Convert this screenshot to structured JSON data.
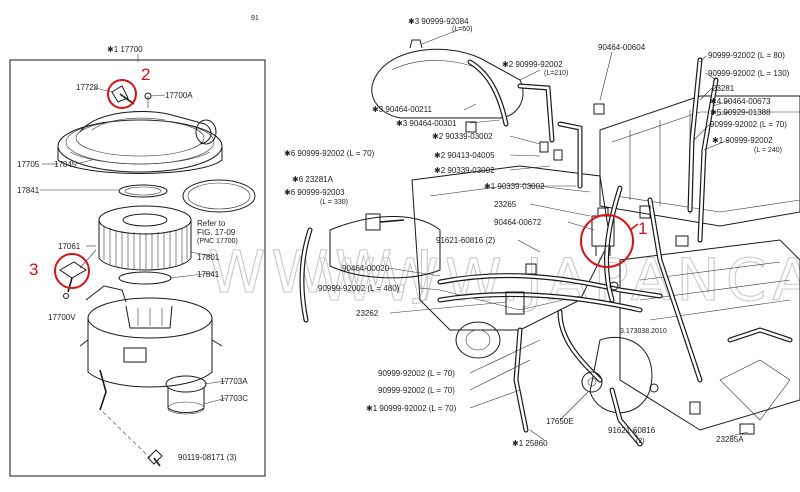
{
  "page_number": "91",
  "watermark": {
    "left": "WWW.J",
    "right": "WWW.JAPANCAT",
    "small": "3.173038.2010"
  },
  "left_panel": {
    "title": "✱1 17700",
    "labels": [
      {
        "id": "17728",
        "text": "17728"
      },
      {
        "id": "17700A",
        "text": "17700A"
      },
      {
        "id": "17705",
        "text": "17705"
      },
      {
        "id": "17845",
        "text": "17845"
      },
      {
        "id": "17841a",
        "text": "17841"
      },
      {
        "id": "refer",
        "text": "Refer to"
      },
      {
        "id": "fig",
        "text": "FIG. 17-09"
      },
      {
        "id": "pno",
        "text": "(PNC 17700)"
      },
      {
        "id": "17801",
        "text": "17801"
      },
      {
        "id": "17061",
        "text": "17061"
      },
      {
        "id": "17841b",
        "text": "17841"
      },
      {
        "id": "17700V",
        "text": "17700V"
      },
      {
        "id": "17703A",
        "text": "17703A"
      },
      {
        "id": "17703C",
        "text": "17703C"
      },
      {
        "id": "90119",
        "text": "90119-08171 (3)"
      }
    ]
  },
  "right_labels": [
    {
      "id": "r1",
      "text": "✱3 90999-92084"
    },
    {
      "id": "r1b",
      "text": "(L=60)"
    },
    {
      "id": "r2",
      "text": "90464-00604"
    },
    {
      "id": "r3",
      "text": "✱2 90999-92002"
    },
    {
      "id": "r3b",
      "text": "(L=210)"
    },
    {
      "id": "r4",
      "text": "90999-92002 (L = 80)"
    },
    {
      "id": "r5",
      "text": "90999-92002 (L = 130)"
    },
    {
      "id": "r6",
      "text": "23281"
    },
    {
      "id": "r7",
      "text": "✱4 90464-00673"
    },
    {
      "id": "r8",
      "text": "✱5 90929-01388"
    },
    {
      "id": "r9",
      "text": "90999-92002 (L = 70)"
    },
    {
      "id": "r10",
      "text": "✱1 90999-92002"
    },
    {
      "id": "r10b",
      "text": "(L = 240)"
    },
    {
      "id": "r11",
      "text": "✱3 90464-00211"
    },
    {
      "id": "r12",
      "text": "✱3 90464-00301"
    },
    {
      "id": "r13",
      "text": "✱2 90339-03002"
    },
    {
      "id": "r14",
      "text": "✱6 90999-92002 (L = 70)"
    },
    {
      "id": "r15",
      "text": "✱2 90413-04005"
    },
    {
      "id": "r16",
      "text": "✱2 90339-03002"
    },
    {
      "id": "r17",
      "text": "✱6 23281A"
    },
    {
      "id": "r18",
      "text": "✱1 90339-03002"
    },
    {
      "id": "r19",
      "text": "✱6 90999-92003"
    },
    {
      "id": "r19b",
      "text": "(L = 330)"
    },
    {
      "id": "r20",
      "text": "23265"
    },
    {
      "id": "r21",
      "text": "90464-00672"
    },
    {
      "id": "r22",
      "text": "91621-60816 (2)"
    },
    {
      "id": "r23",
      "text": "90464-00020"
    },
    {
      "id": "r24",
      "text": "90999-92002 (L = 480)"
    },
    {
      "id": "r25",
      "text": "23262"
    },
    {
      "id": "r26",
      "text": "90999-92002 (L = 70)"
    },
    {
      "id": "r27",
      "text": "90999-92002 (L = 70)"
    },
    {
      "id": "r28",
      "text": "✱1 90999-92002 (L = 70)"
    },
    {
      "id": "r29",
      "text": "17650E"
    },
    {
      "id": "r30",
      "text": "✱1 25860"
    },
    {
      "id": "r31",
      "text": "91621-60816"
    },
    {
      "id": "r32",
      "text": "(2)"
    },
    {
      "id": "r33",
      "text": "23285A"
    }
  ],
  "callouts": [
    {
      "id": "c1",
      "text": "1"
    },
    {
      "id": "c2",
      "text": "2"
    },
    {
      "id": "c3",
      "text": "3"
    }
  ],
  "colors": {
    "callout": "#d41414",
    "ink": "#1a1a1a",
    "watermark": "#c9c9c9"
  }
}
